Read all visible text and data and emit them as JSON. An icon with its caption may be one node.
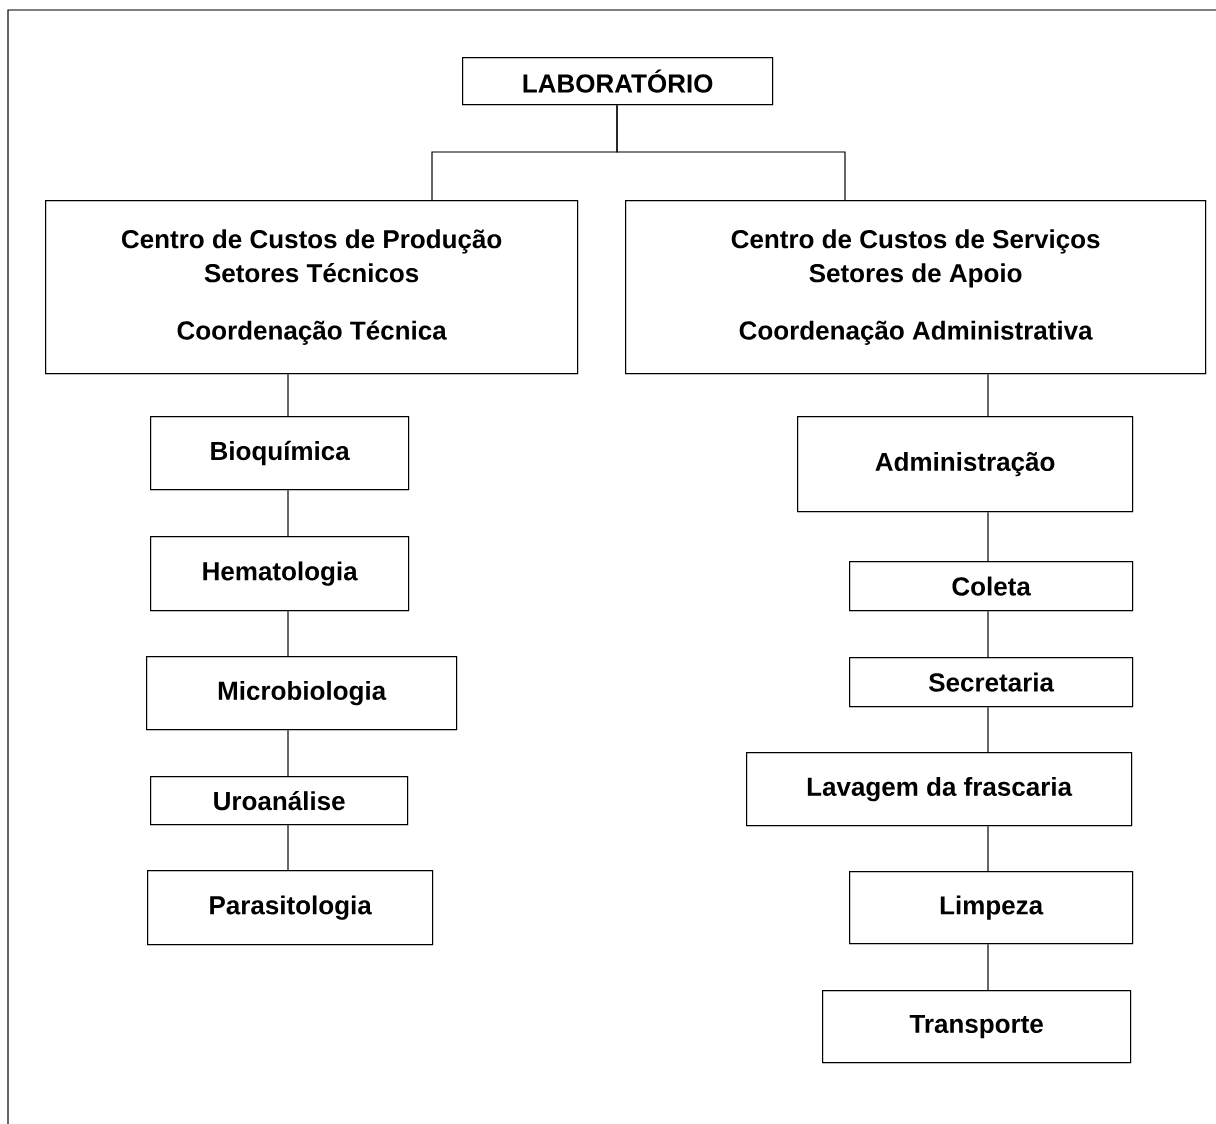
{
  "diagram": {
    "nodes": [
      {
        "text": [
          "LABORATÓRIO"
        ]
      },
      {
        "text": [
          "Centro de Custos de Produção",
          "Setores Técnicos",
          "Coordenação Técnica"
        ]
      },
      {
        "text": [
          "Centro de Custos de Serviços",
          "Setores de Apoio",
          "Coordenação Administrativa"
        ]
      },
      {
        "text": [
          "Bioquímica"
        ]
      },
      {
        "text": [
          "Hematologia"
        ]
      },
      {
        "text": [
          "Microbiologia"
        ]
      },
      {
        "text": [
          "Uroanálise"
        ]
      },
      {
        "text": [
          "Parasitologia"
        ]
      },
      {
        "text": [
          "Administração"
        ]
      },
      {
        "text": [
          "Coleta"
        ]
      },
      {
        "text": [
          "Secretaria"
        ]
      },
      {
        "text": [
          "Lavagem da frascaria"
        ]
      },
      {
        "text": [
          "Limpeza"
        ]
      },
      {
        "text": [
          "Transporte"
        ]
      }
    ],
    "edges": [
      {
        "from": 0,
        "to": 1,
        "arrow": "none"
      },
      {
        "from": 0,
        "to": 2,
        "arrow": "none"
      },
      {
        "from": 1,
        "to": 3,
        "arrow": "none"
      },
      {
        "from": 3,
        "to": 4,
        "arrow": "none"
      },
      {
        "from": 4,
        "to": 5,
        "arrow": "none"
      },
      {
        "from": 5,
        "to": 6,
        "arrow": "none"
      },
      {
        "from": 6,
        "to": 7,
        "arrow": "none"
      },
      {
        "from": 2,
        "to": 8,
        "arrow": "none"
      },
      {
        "from": 8,
        "to": 9,
        "arrow": "none"
      },
      {
        "from": 9,
        "to": 10,
        "arrow": "none"
      },
      {
        "from": 10,
        "to": 11,
        "arrow": "none"
      },
      {
        "from": 11,
        "to": 12,
        "arrow": "none"
      },
      {
        "from": 12,
        "to": 13,
        "arrow": "none"
      }
    ]
  }
}
